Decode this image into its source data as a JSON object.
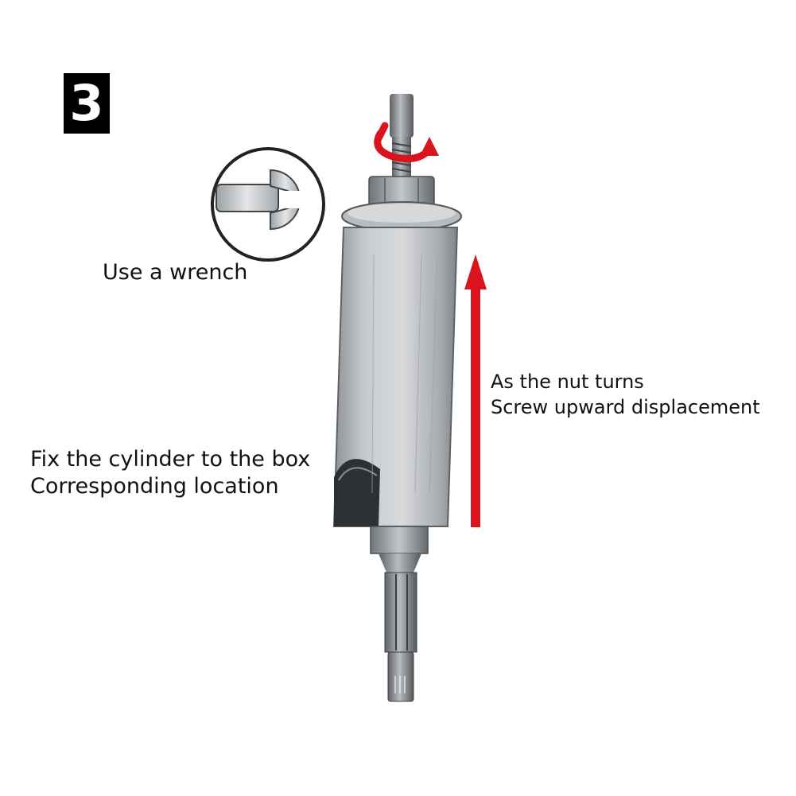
{
  "step": {
    "number": "3"
  },
  "labels": {
    "wrench": "Use a wrench",
    "nut_line1": "As the nut turns",
    "nut_line2": "Screw upward displacement",
    "fix_line1": "Fix the cylinder to the box",
    "fix_line2": "Corresponding location"
  },
  "icons": {
    "wrench": "wrench-icon",
    "rotation": "rotation-arrow-icon",
    "up_arrow": "up-arrow-icon"
  },
  "colors": {
    "background": "#ffffff",
    "badge": "#000000",
    "arrow_red": "#d9141c",
    "metal_light": "#c9cccf",
    "metal_dark": "#6e7377"
  }
}
